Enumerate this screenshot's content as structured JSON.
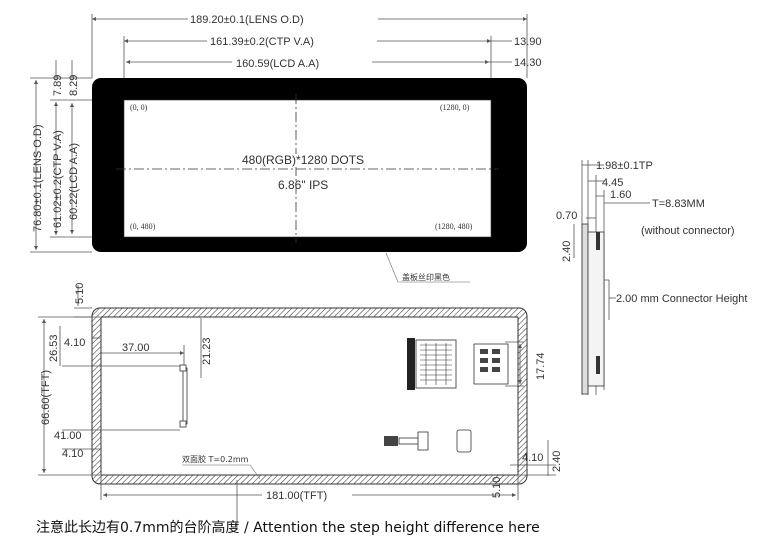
{
  "front": {
    "lens_od_width": "189.20±0.1(LENS O.D)",
    "ctp_va_width": "161.39±0.2(CTP V.A)",
    "lcd_aa_width": "160.59(LCD A.A)",
    "right_13_90": "13.90",
    "right_14_30": "14.30",
    "left_7_89": "7.89",
    "left_8_29": "8.29",
    "lens_od_height": "76.80±0.1(LENS O.D)",
    "ctp_va_height": "61.02±0.2(CTP V.A)",
    "lcd_aa_height": "60.22(LCD A.A)",
    "corner_tl": "(0, 0)",
    "corner_tr": "(1280, 0)",
    "corner_bl": "(0, 480)",
    "corner_br": "(1280, 480)",
    "resolution": "480(RGB)*1280 DOTS",
    "size_type": "6.86\" IPS",
    "cover_note": "盖板丝印黑色"
  },
  "back": {
    "top_5_10": "5.10",
    "dim_26_53": "26.53",
    "dim_21_23": "21.23",
    "dim_4_10_top": "4.10",
    "dim_37_00": "37.00",
    "tft_height": "66.60(TFT)",
    "dim_41_00": "41.00",
    "dim_4_10_bottom": "4.10",
    "dim_17_74": "17.74",
    "dim_4_10_right": "4.10",
    "dim_2_40_right": "2.40",
    "tape_note": "双面胶 T=0.2mm",
    "tft_width": "181.00(TFT)",
    "bottom_5_10": "5.10"
  },
  "side": {
    "tp": "1.98±0.1TP",
    "dim_4_45": "4.45",
    "dim_1_60": "1.60",
    "thickness": "T=8.83MM",
    "dim_0_70": "0.70",
    "note": "(without connector)",
    "dim_2_40": "2.40",
    "connector_height": "2.00 mm Connector Height"
  },
  "footer": "注意此长边有0.7mm的台阶高度 / Attention the step height difference here"
}
